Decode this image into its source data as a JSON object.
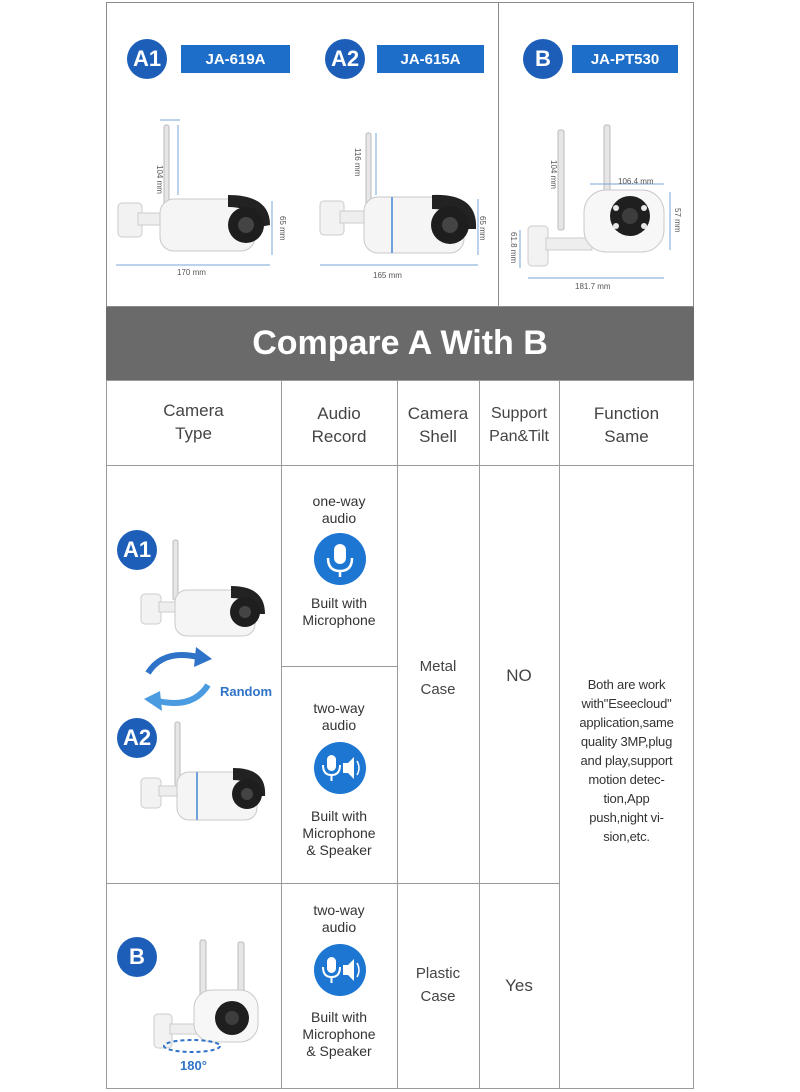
{
  "models": [
    {
      "badge": "A1",
      "name": "JA-619A",
      "dims": {
        "height": "104 mm",
        "side": "65 mm",
        "width": "170 mm"
      }
    },
    {
      "badge": "A2",
      "name": "JA-615A",
      "dims": {
        "height": "116 mm",
        "side": "65 mm",
        "width": "165 mm"
      }
    },
    {
      "badge": "B",
      "name": "JA-PT530",
      "dims": {
        "height": "104 mm",
        "top": "106.4 mm",
        "side": "57 mm",
        "base": "61.8 mm",
        "width": "181.7 mm"
      }
    }
  ],
  "banner": "Compare A With B",
  "headers": {
    "type": [
      "Camera",
      "Type"
    ],
    "audio": [
      "Audio",
      "Record"
    ],
    "shell": [
      "Camera",
      "Shell"
    ],
    "pantilt": [
      "Support",
      "Pan&Tilt"
    ],
    "function": [
      "Function",
      "Same"
    ]
  },
  "rows": {
    "a1_audio_top": [
      "one-way",
      "audio"
    ],
    "a1_audio_bottom": [
      "Built with",
      "Microphone"
    ],
    "a2_audio_top": [
      "two-way",
      "audio"
    ],
    "a2_audio_bottom": [
      "Built with",
      "Microphone",
      "& Speaker"
    ],
    "b_audio_top": [
      "two-way",
      "audio"
    ],
    "b_audio_bottom": [
      "Built with",
      "Microphone",
      "& Speaker"
    ],
    "a_shell": [
      "Metal",
      "Case"
    ],
    "a_pantilt": "NO",
    "b_shell": [
      "Plastic",
      "Case"
    ],
    "b_pantilt": "Yes",
    "function": [
      "Both are work",
      "with\"Eseecloud\"",
      "application,same",
      "quality 3MP,plug",
      "and play,support",
      "motion detec-",
      "tion,App",
      "push,night vi-",
      "sion,etc."
    ]
  },
  "labels": {
    "random": "Random",
    "rotation": "180°",
    "badge_a1": "A1",
    "badge_a2": "A2",
    "badge_b": "B"
  },
  "colors": {
    "brand_blue": "#1d6ec8",
    "banner_gray": "#6a6a6a"
  }
}
